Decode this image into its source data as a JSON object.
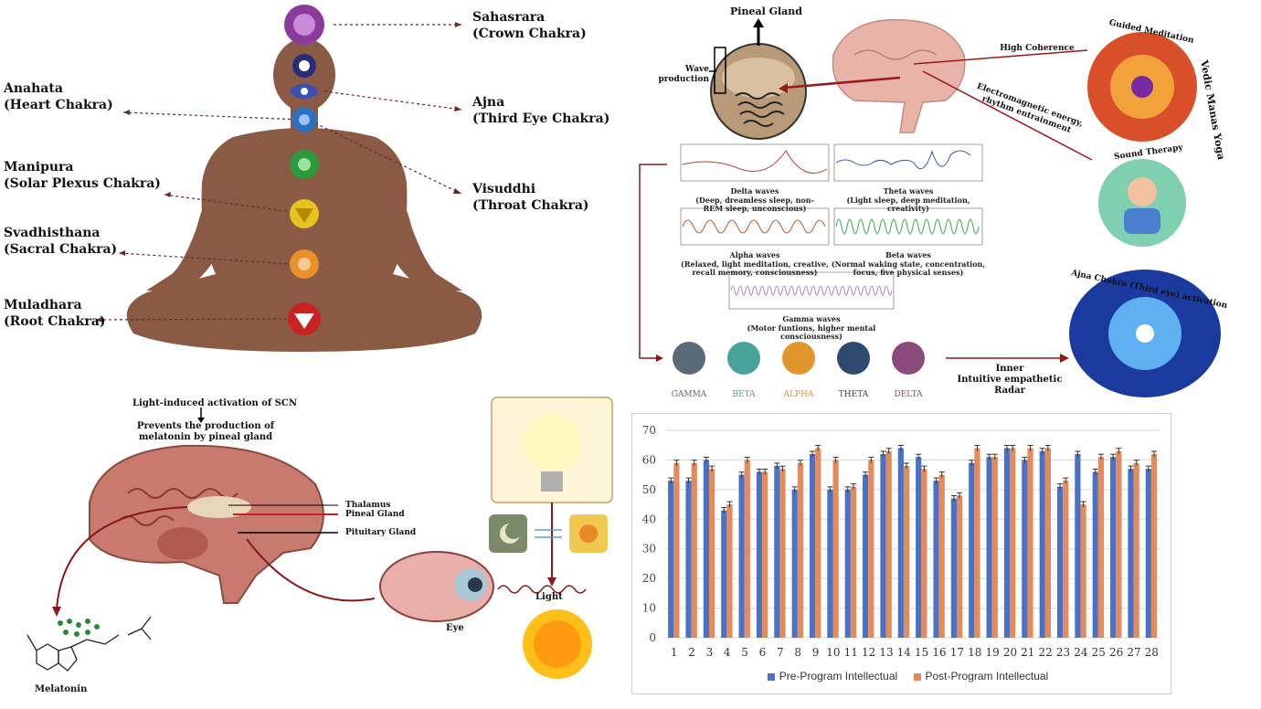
{
  "chakras": {
    "sahasrara": "Sahasrara\n(Crown Chakra)",
    "ajna": "Ajna\n(Third Eye Chakra)",
    "visuddhi": "Visuddhi\n(Throat Chakra)",
    "anahata": "Anahata\n(Heart Chakra)",
    "manipura": "Manipura\n(Solar Plexus Chakra)",
    "svadhisthana": "Svadhisthana\n(Sacral Chakra)",
    "muladhara": "Muladhara\n(Root Chakra)"
  },
  "brain_panel": {
    "pineal_gland": "Pineal Gland",
    "wave_production": "Wave\nproduction",
    "high_coherence": "High Coherence",
    "electromagnetic": "Electromagnetic energy,\nrhythm entrainment",
    "guided_meditation": "Guided Meditation",
    "sound_therapy": "Sound Therapy",
    "vedic_manas_yoga": "Vedic Manas Yoga",
    "ajna_activation": "Ajna Chakra (Third eye) activation",
    "inner_radar": "Inner\nIntuitive empathetic\nRadar"
  },
  "waves": {
    "delta": "Delta waves\n(Deep, dreamless sleep, non-\nREM sleep, unconscious)",
    "theta": "Theta waves\n(Light sleep, deep meditation,\ncreativity)",
    "alpha": "Alpha waves\n(Relaxed, light meditation, creative,\nrecall memory, consciousness)",
    "beta": "Beta waves\n(Normal waking state, concentration,\nfocus, five physical senses)",
    "gamma": "Gamma waves\n(Motor funtions, higher mental\nconsciousness)"
  },
  "bands": [
    {
      "label": "GAMMA",
      "color": "#5a6a78"
    },
    {
      "label": "BETA",
      "color": "#4aa39a"
    },
    {
      "label": "ALPHA",
      "color": "#e0962c"
    },
    {
      "label": "THETA",
      "color": "#2e4a6e"
    },
    {
      "label": "DELTA",
      "color": "#8a4a7a"
    }
  ],
  "melatonin_panel": {
    "scn": "Light-induced activation of SCN",
    "prevents": "Prevents the production of\nmelatonin by pineal gland",
    "thalamus": "Thalamus",
    "pineal": "Pineal Gland",
    "pituitary": "Pituitary Gland",
    "light": "Light",
    "eye": "Eye",
    "melatonin": "Melatonin"
  },
  "chart_data": {
    "type": "bar",
    "categories": [
      "1",
      "2",
      "3",
      "4",
      "5",
      "6",
      "7",
      "8",
      "9",
      "10",
      "11",
      "12",
      "13",
      "14",
      "15",
      "16",
      "17",
      "18",
      "19",
      "20",
      "21",
      "22",
      "23",
      "24",
      "25",
      "26",
      "27",
      "28"
    ],
    "ylim": [
      0,
      70
    ],
    "yticks": [
      0,
      10,
      20,
      30,
      40,
      50,
      60,
      70
    ],
    "series": [
      {
        "name": "Pre-Program Intellectual",
        "color": "#4a72c4",
        "values": [
          53,
          53,
          60,
          43,
          55,
          56,
          58,
          50,
          62,
          50,
          50,
          55,
          62,
          64,
          61,
          53,
          47,
          59,
          61,
          64,
          60,
          63,
          51,
          62,
          56,
          61,
          57,
          57
        ]
      },
      {
        "name": "Post-Program Intellectual",
        "color": "#e58a5a",
        "values": [
          59,
          59,
          57,
          45,
          60,
          56,
          57,
          59,
          64,
          60,
          51,
          60,
          63,
          58,
          57,
          55,
          48,
          64,
          61,
          64,
          64,
          64,
          53,
          45,
          61,
          63,
          59,
          62
        ]
      }
    ]
  }
}
